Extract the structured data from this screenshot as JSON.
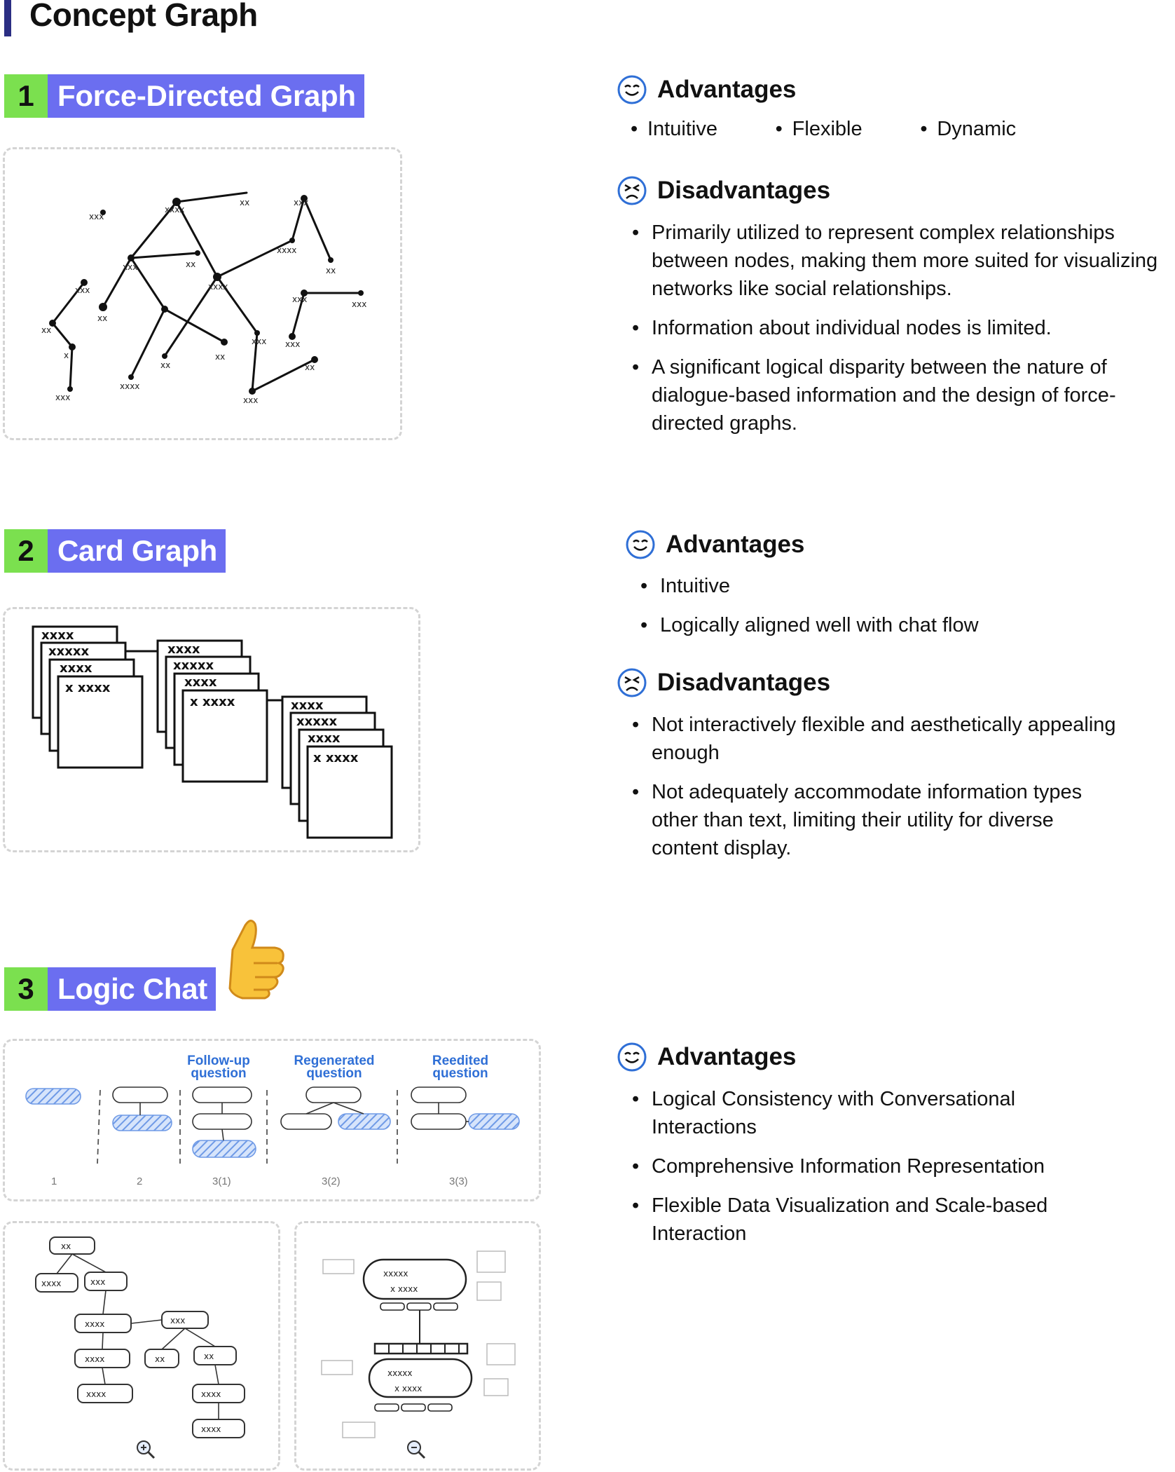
{
  "page_title": "Concept Graph",
  "sections": [
    {
      "number": "1",
      "label": "Force-Directed Graph",
      "advantages_title": "Advantages",
      "advantages": [
        "Intuitive",
        "Flexible",
        "Dynamic"
      ],
      "disadvantages_title": "Disadvantages",
      "disadvantages": [
        "Primarily utilized to represent complex relationships between nodes, making them more suited for visualizing networks like social relationships.",
        "Information about individual nodes is limited.",
        "A significant logical disparity between the nature of dialogue-based information and the design of force-directed graphs."
      ]
    },
    {
      "number": "2",
      "label": "Card Graph",
      "advantages_title": "Advantages",
      "advantages": [
        "Intuitive",
        "Logically aligned well with chat flow"
      ],
      "disadvantages_title": "Disadvantages",
      "disadvantages": [
        "Not interactively flexible and aesthetically appealing enough",
        "Not adequately accommodate information types other than text, limiting their utility for diverse content display."
      ]
    },
    {
      "number": "3",
      "label": "Logic Chat",
      "advantages_title": "Advantages",
      "advantages": [
        "Logical Consistency with Conversational Interactions",
        "Comprehensive Information Representation",
        "Flexible Data Visualization and Scale-based Interaction"
      ]
    }
  ],
  "logic_chat_diagram": {
    "stage_headers": [
      "Follow-up question",
      "Regenerated question",
      "Reedited question"
    ],
    "stage_numbers": [
      "1",
      "2",
      "3(1)",
      "3(2)",
      "3(3)"
    ]
  },
  "colors": {
    "number_badge": "#7be04f",
    "label_badge": "#6b6ef0",
    "title_bar": "#2b2e83",
    "accent_blue": "#2f6fd6"
  },
  "icons": [
    "smile-icon",
    "frown-icon",
    "thumbs-up-icon",
    "zoom-in-icon",
    "zoom-out-icon"
  ]
}
